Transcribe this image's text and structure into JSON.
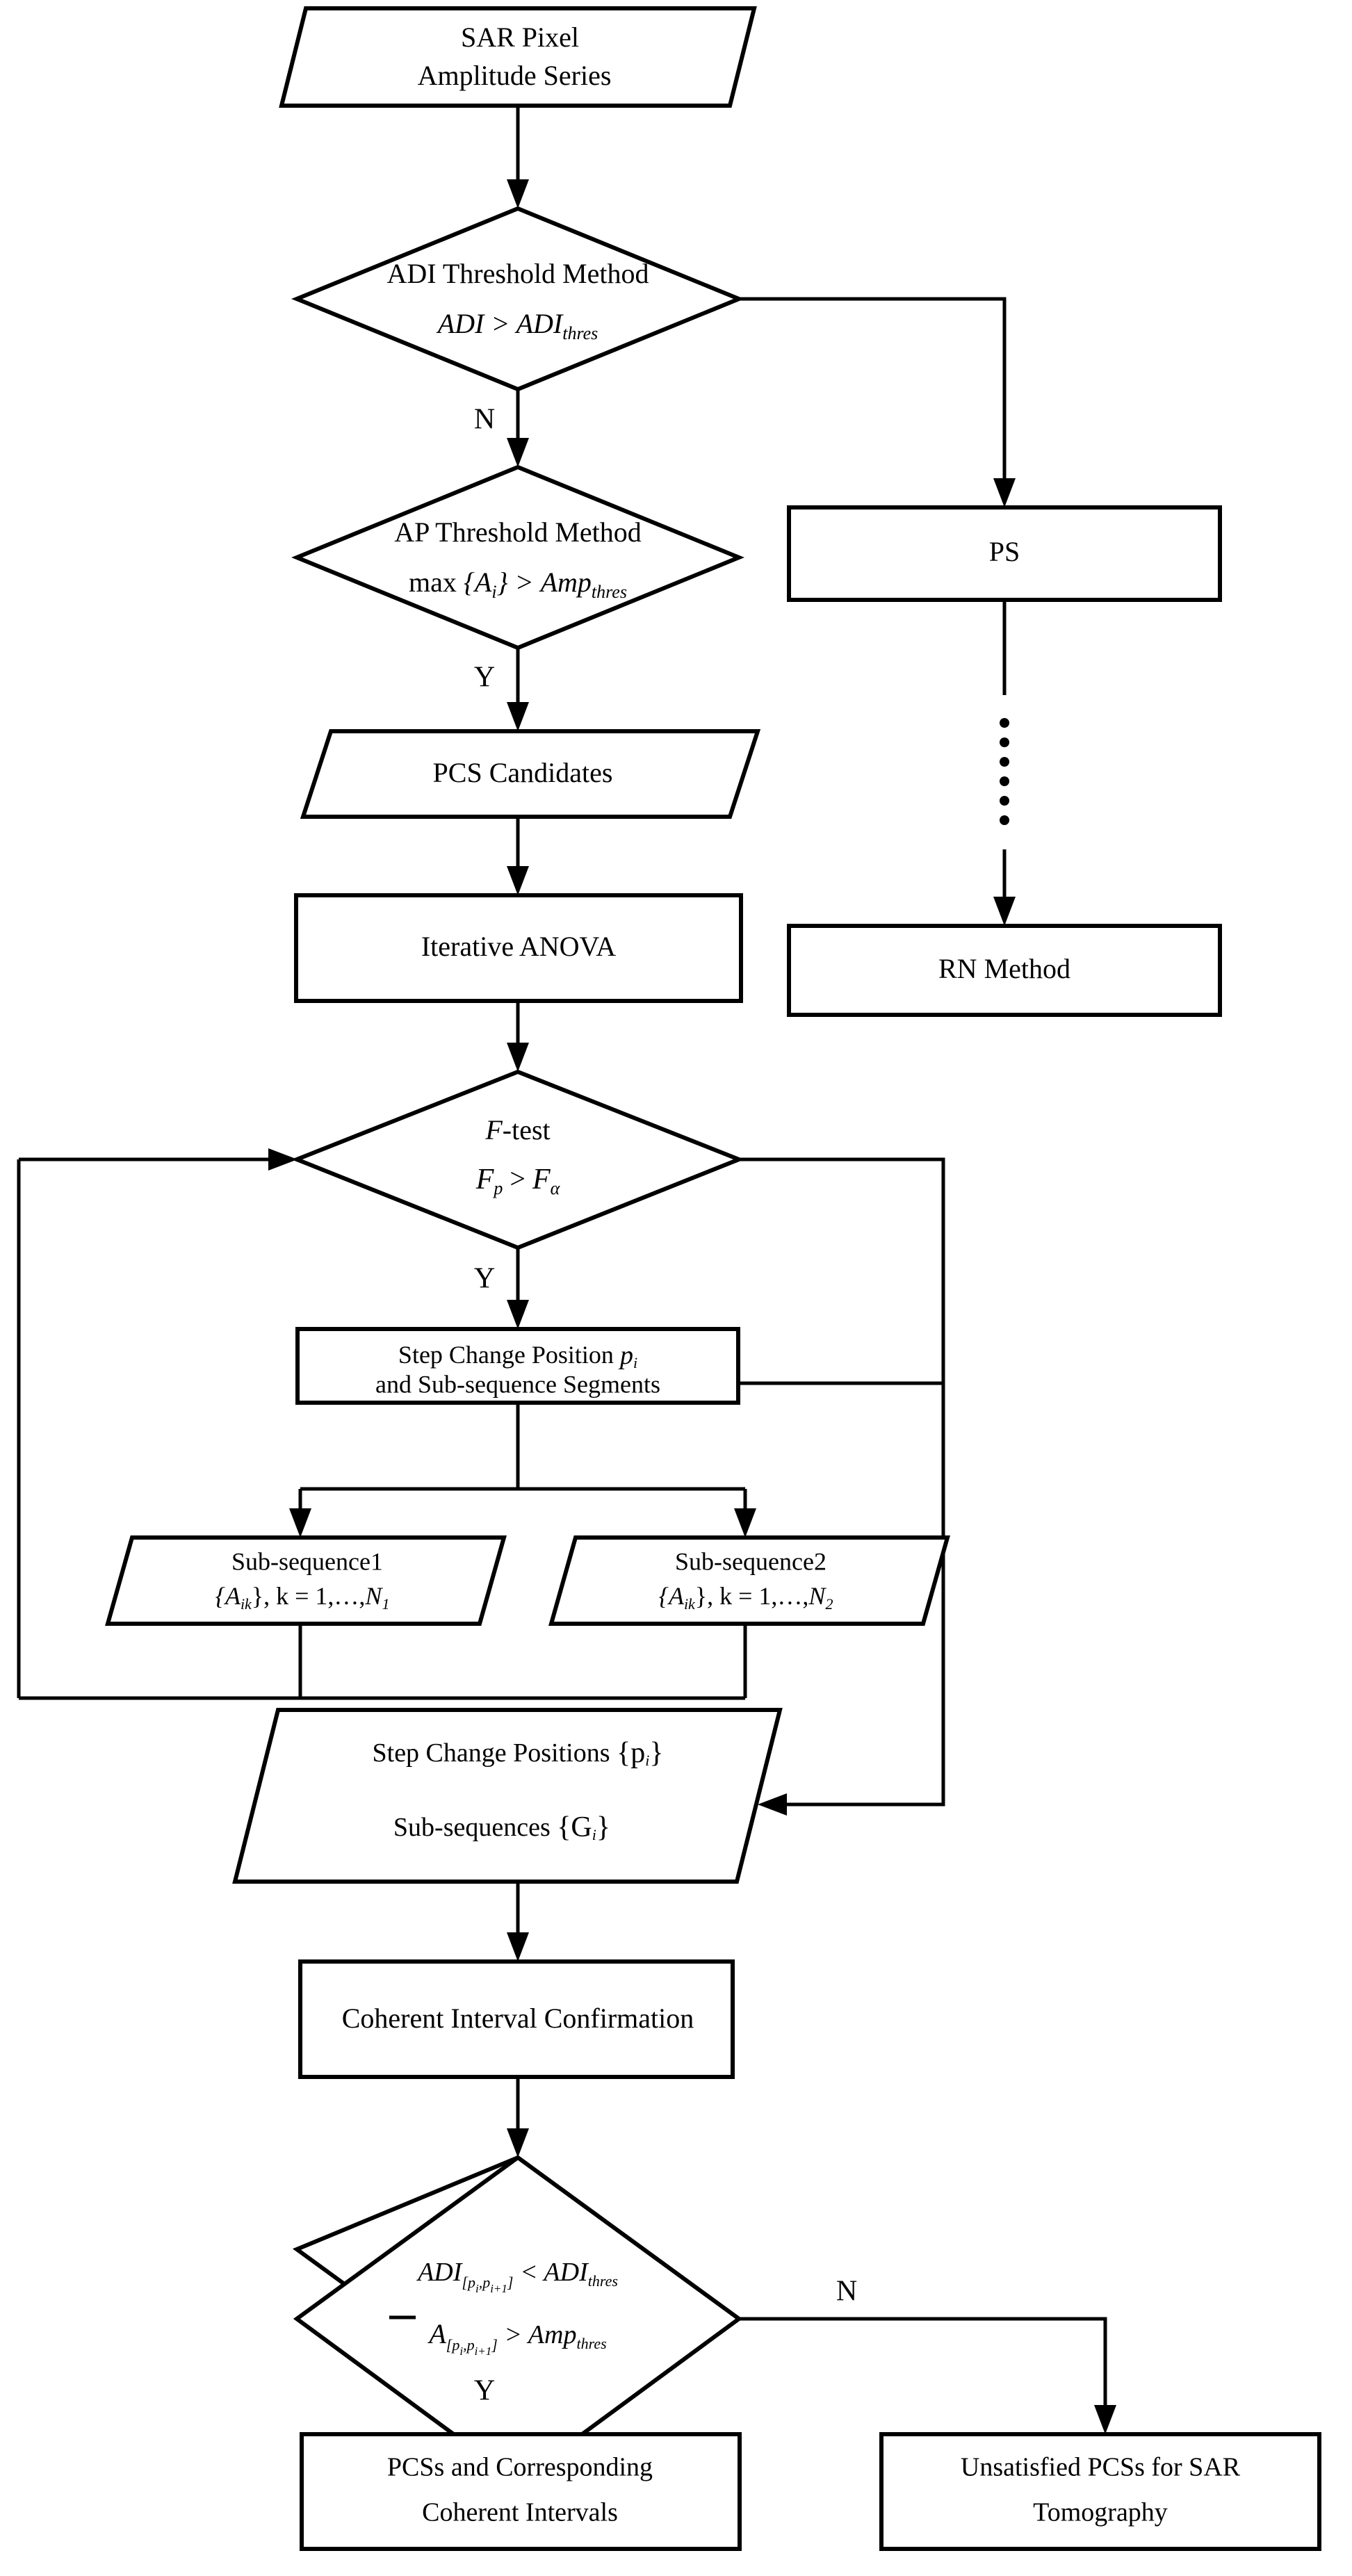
{
  "diagram": {
    "title": "PCS detection and coherent interval estimation flowchart",
    "nodes": {
      "sar_input": {
        "shape": "parallelogram",
        "line1": "SAR Pixel",
        "line2": "Amplitude Series"
      },
      "adi_decision": {
        "shape": "diamond",
        "line1": "ADI Threshold Method",
        "expr_main": "ADI > ADI",
        "expr_sub": "thres"
      },
      "ps": {
        "shape": "rect",
        "label": "PS"
      },
      "rn_method": {
        "shape": "rect",
        "label": "RN Method"
      },
      "ap_decision": {
        "shape": "diamond",
        "line1": "AP Threshold Method",
        "expr_a": "max",
        "expr_b": "{A",
        "expr_b_sub": "i",
        "expr_c": "} >",
        "expr_d": "Amp",
        "expr_d_sub": "thres"
      },
      "pcs_candidates": {
        "shape": "parallelogram",
        "label": "PCS Candidates"
      },
      "iterative_anova": {
        "shape": "rect",
        "label": "Iterative ANOVA"
      },
      "f_test": {
        "shape": "diamond",
        "line1_italic": "F",
        "line1_rest": "-test",
        "expr_f": "F",
        "expr_f_sub": "p",
        "expr_gt": ">",
        "expr_fa": "F",
        "expr_fa_sub": "α"
      },
      "step_change_position": {
        "shape": "rect",
        "line1": "Step Change Position",
        "line1_var": "p",
        "line1_var_sub": "i",
        "line2": "and Sub-sequence Segments"
      },
      "subseq1": {
        "shape": "parallelogram",
        "line1": "Sub-sequence1",
        "expr_set": "{A",
        "expr_set_sub": "ik",
        "expr_tail": "}, k = 1,…,",
        "expr_n": "N",
        "expr_n_sub": "1"
      },
      "subseq2": {
        "shape": "parallelogram",
        "line1": "Sub-sequence2",
        "expr_set": "{A",
        "expr_set_sub": "ik",
        "expr_tail": "}, k = 1,…,",
        "expr_n": "N",
        "expr_n_sub": "2"
      },
      "step_change_positions": {
        "shape": "parallelogram",
        "line1": "Step Change Positions",
        "line1_set": "{p",
        "line1_set_sub": "i",
        "line1_set_close": "}",
        "line2": "Sub-sequences",
        "line2_set": "{G",
        "line2_set_sub": "i",
        "line2_set_close": "}"
      },
      "coherent_interval": {
        "shape": "rect",
        "label": "Coherent Interval Confirmation"
      },
      "final_decision": {
        "shape": "diamond",
        "l1_a": "ADI",
        "l1_sub": "[p",
        "l1_sub_i": "i",
        "l1_sub_mid": ",p",
        "l1_sub_i1": "i+1",
        "l1_sub_close": "]",
        "l1_b": "< ADI",
        "l1_b_sub": "thres",
        "l2_a": "A",
        "l2_sub": "[p",
        "l2_sub_i": "i",
        "l2_sub_mid": ",p",
        "l2_sub_i1": "i+1",
        "l2_sub_close": "]",
        "l2_b": "> Amp",
        "l2_b_sub": "thres"
      },
      "pcss_output": {
        "shape": "rect",
        "line1": "PCSs and Corresponding",
        "line2": "Coherent Intervals"
      },
      "unsatisfied_output": {
        "shape": "rect",
        "line1": "Unsatisfied PCSs for SAR",
        "line2": "Tomography"
      }
    },
    "edge_labels": {
      "adi_no": "N",
      "ap_yes": "Y",
      "ftest_yes": "Y",
      "final_yes": "Y",
      "final_no": "N"
    },
    "colors": {
      "stroke": "#000000",
      "fill": "#ffffff",
      "background": "#ffffff"
    },
    "dotted_marker": {
      "name": "vertical-ellipsis",
      "count": 6
    }
  }
}
